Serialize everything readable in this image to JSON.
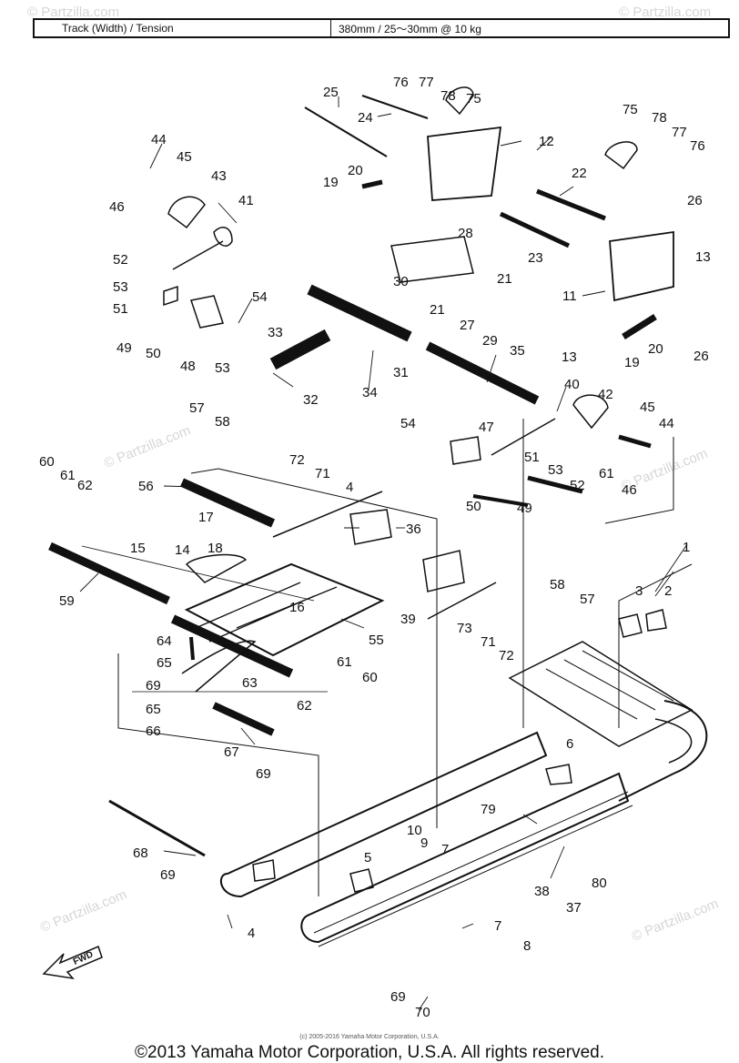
{
  "spec_table": {
    "label": "Track (Width) / Tension",
    "value": "380mm / 25～30mm @ 10 kg"
  },
  "watermarks": [
    "© Partzilla.com",
    "© Partzilla.com",
    "© Partzilla.com",
    "© Partzilla.com",
    "© Partzilla.com",
    "© Partzilla.com"
  ],
  "fwd_label": "FWD",
  "callouts": [
    "1",
    "2",
    "3",
    "4",
    "4",
    "5",
    "6",
    "7",
    "7",
    "8",
    "9",
    "10",
    "11",
    "12",
    "13",
    "13",
    "14",
    "15",
    "16",
    "17",
    "18",
    "19",
    "19",
    "20",
    "20",
    "21",
    "21",
    "22",
    "23",
    "24",
    "25",
    "26",
    "26",
    "27",
    "28",
    "29",
    "30",
    "31",
    "32",
    "33",
    "34",
    "35",
    "36",
    "37",
    "38",
    "39",
    "40",
    "41",
    "42",
    "43",
    "44",
    "44",
    "45",
    "45",
    "46",
    "46",
    "47",
    "48",
    "49",
    "49",
    "50",
    "50",
    "51",
    "51",
    "52",
    "52",
    "53",
    "53",
    "53",
    "54",
    "54",
    "55",
    "56",
    "57",
    "57",
    "58",
    "58",
    "59",
    "60",
    "60",
    "61",
    "61",
    "61",
    "62",
    "62",
    "63",
    "64",
    "65",
    "65",
    "66",
    "67",
    "68",
    "69",
    "69",
    "69",
    "69",
    "70",
    "71",
    "71",
    "72",
    "72",
    "73",
    "75",
    "75",
    "76",
    "76",
    "77",
    "77",
    "78",
    "78",
    "79",
    "80"
  ],
  "footer": {
    "small_copyright": "(c) 2005-2016 Yamaha Motor Corporation, U.S.A.",
    "copyright": "©2013 Yamaha Motor Corporation, U.S.A. All rights reserved."
  }
}
